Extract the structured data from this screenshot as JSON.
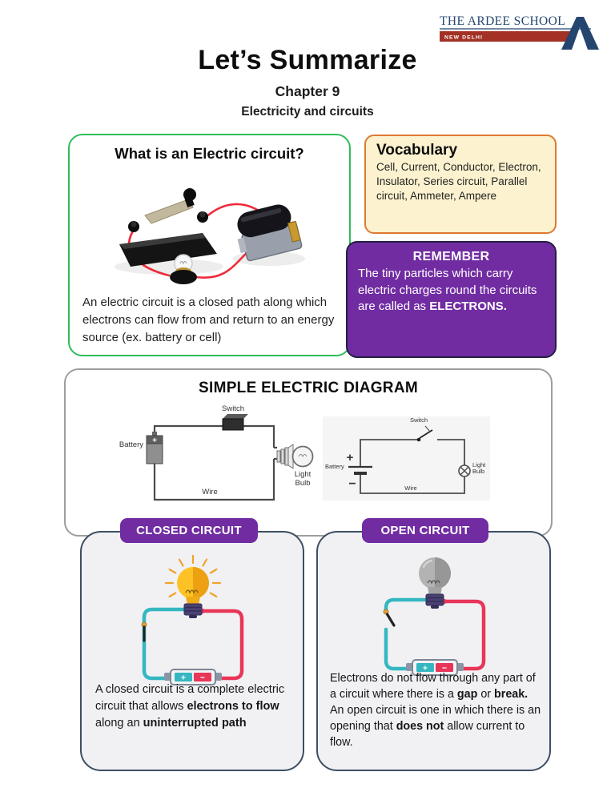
{
  "logo": {
    "school_name": "THE ARDEE SCHOOL",
    "city": "NEW DELHI"
  },
  "header": {
    "title": "Let’s Summarize",
    "chapter": "Chapter 9",
    "subject": "Electricity and circuits"
  },
  "colors": {
    "accent_purple": "#712CA2",
    "green_border": "#2EBD59",
    "vocab_border": "#DD7A33",
    "vocab_bg": "#FCF2CF",
    "navy_border": "#3E4E63",
    "wire_teal": "#35B7C1",
    "wire_red": "#E83558",
    "logo_navy": "#24456E",
    "logo_red": "#A33125"
  },
  "what_box": {
    "heading": "What is an Electric circuit?",
    "body": "An electric circuit is a closed path along which electrons can flow from and return to an energy source (ex. battery or cell)"
  },
  "vocabulary_box": {
    "title": "Vocabulary",
    "terms": "Cell, Current, Conductor, Electron, Insulator, Series circuit, Parallel circuit, Ammeter, Ampere"
  },
  "remember_box": {
    "title": "REMEMBER",
    "body_segments": [
      "The tiny particles which carry electric charges round the circuits are called as ",
      "ELECTRONS."
    ]
  },
  "diagram_box": {
    "title": "SIMPLE ELECTRIC DIAGRAM",
    "pictorial": {
      "switch": "Switch",
      "battery": "Battery",
      "light_bulb": "Light Bulb",
      "wire": "Wire",
      "plus": "+"
    },
    "schematic": {
      "switch": "Switch",
      "battery": "Battery",
      "light_bulb": "Light Bulb",
      "wire": "Wire",
      "plus": "+",
      "minus": "−"
    }
  },
  "closed_circuit": {
    "badge": "CLOSED CIRCUIT",
    "battery_plus": "+",
    "battery_minus": "−",
    "text_segments": [
      "A closed circuit is a complete electric circuit that allows ",
      "electrons to flow",
      " along an ",
      "uninterrupted path"
    ]
  },
  "open_circuit": {
    "badge": "OPEN CIRCUIT",
    "battery_plus": "+",
    "battery_minus": "−",
    "para1_segments": [
      "Electrons do not flow through any part of a circuit where there is a ",
      "gap",
      " or ",
      "break."
    ],
    "para2_segments": [
      "An open circuit is one in which there is an opening that ",
      "does not",
      " allow current to flow."
    ]
  }
}
